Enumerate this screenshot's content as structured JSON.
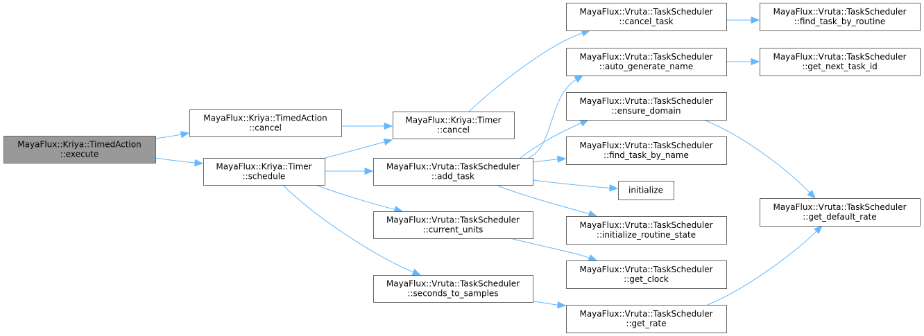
{
  "graph": {
    "type": "call-graph",
    "colors": {
      "edge": "#63b8ff",
      "root_fill": "#999999",
      "node_border": "#666666"
    },
    "nodes": [
      {
        "id": "execute",
        "lines": [
          "MayaFlux::Kriya::TimedAction",
          "::execute"
        ],
        "root": true
      },
      {
        "id": "ta_cancel",
        "lines": [
          "MayaFlux::Kriya::TimedAction",
          "::cancel"
        ]
      },
      {
        "id": "schedule",
        "lines": [
          "MayaFlux::Kriya::Timer",
          "::schedule"
        ]
      },
      {
        "id": "timer_cancel",
        "lines": [
          "MayaFlux::Kriya::Timer",
          "::cancel"
        ]
      },
      {
        "id": "add_task",
        "lines": [
          "MayaFlux::Vruta::TaskScheduler",
          "::add_task"
        ]
      },
      {
        "id": "current_units",
        "lines": [
          "MayaFlux::Vruta::TaskScheduler",
          "::current_units"
        ]
      },
      {
        "id": "seconds_to_samples",
        "lines": [
          "MayaFlux::Vruta::TaskScheduler",
          "::seconds_to_samples"
        ]
      },
      {
        "id": "cancel_task",
        "lines": [
          "MayaFlux::Vruta::TaskScheduler",
          "::cancel_task"
        ]
      },
      {
        "id": "auto_generate_name",
        "lines": [
          "MayaFlux::Vruta::TaskScheduler",
          "::auto_generate_name"
        ]
      },
      {
        "id": "ensure_domain",
        "lines": [
          "MayaFlux::Vruta::TaskScheduler",
          "::ensure_domain"
        ]
      },
      {
        "id": "find_task_by_name",
        "lines": [
          "MayaFlux::Vruta::TaskScheduler",
          "::find_task_by_name"
        ]
      },
      {
        "id": "initialize",
        "lines": [
          "initialize"
        ]
      },
      {
        "id": "initialize_routine_state",
        "lines": [
          "MayaFlux::Vruta::TaskScheduler",
          "::initialize_routine_state"
        ]
      },
      {
        "id": "get_clock",
        "lines": [
          "MayaFlux::Vruta::TaskScheduler",
          "::get_clock"
        ]
      },
      {
        "id": "get_rate",
        "lines": [
          "MayaFlux::Vruta::TaskScheduler",
          "::get_rate"
        ]
      },
      {
        "id": "find_task_by_routine",
        "lines": [
          "MayaFlux::Vruta::TaskScheduler",
          "::find_task_by_routine"
        ]
      },
      {
        "id": "get_next_task_id",
        "lines": [
          "MayaFlux::Vruta::TaskScheduler",
          "::get_next_task_id"
        ]
      },
      {
        "id": "get_default_rate",
        "lines": [
          "MayaFlux::Vruta::TaskScheduler",
          "::get_default_rate"
        ]
      }
    ],
    "edges": [
      {
        "from": "execute",
        "to": "ta_cancel"
      },
      {
        "from": "execute",
        "to": "schedule"
      },
      {
        "from": "ta_cancel",
        "to": "timer_cancel"
      },
      {
        "from": "schedule",
        "to": "timer_cancel"
      },
      {
        "from": "schedule",
        "to": "add_task"
      },
      {
        "from": "schedule",
        "to": "current_units"
      },
      {
        "from": "schedule",
        "to": "seconds_to_samples"
      },
      {
        "from": "timer_cancel",
        "to": "cancel_task"
      },
      {
        "from": "add_task",
        "to": "auto_generate_name"
      },
      {
        "from": "add_task",
        "to": "ensure_domain"
      },
      {
        "from": "add_task",
        "to": "find_task_by_name"
      },
      {
        "from": "add_task",
        "to": "initialize"
      },
      {
        "from": "add_task",
        "to": "initialize_routine_state"
      },
      {
        "from": "current_units",
        "to": "get_clock"
      },
      {
        "from": "seconds_to_samples",
        "to": "get_rate"
      },
      {
        "from": "cancel_task",
        "to": "find_task_by_routine"
      },
      {
        "from": "auto_generate_name",
        "to": "get_next_task_id"
      },
      {
        "from": "ensure_domain",
        "to": "get_default_rate"
      },
      {
        "from": "get_rate",
        "to": "get_default_rate"
      }
    ]
  }
}
